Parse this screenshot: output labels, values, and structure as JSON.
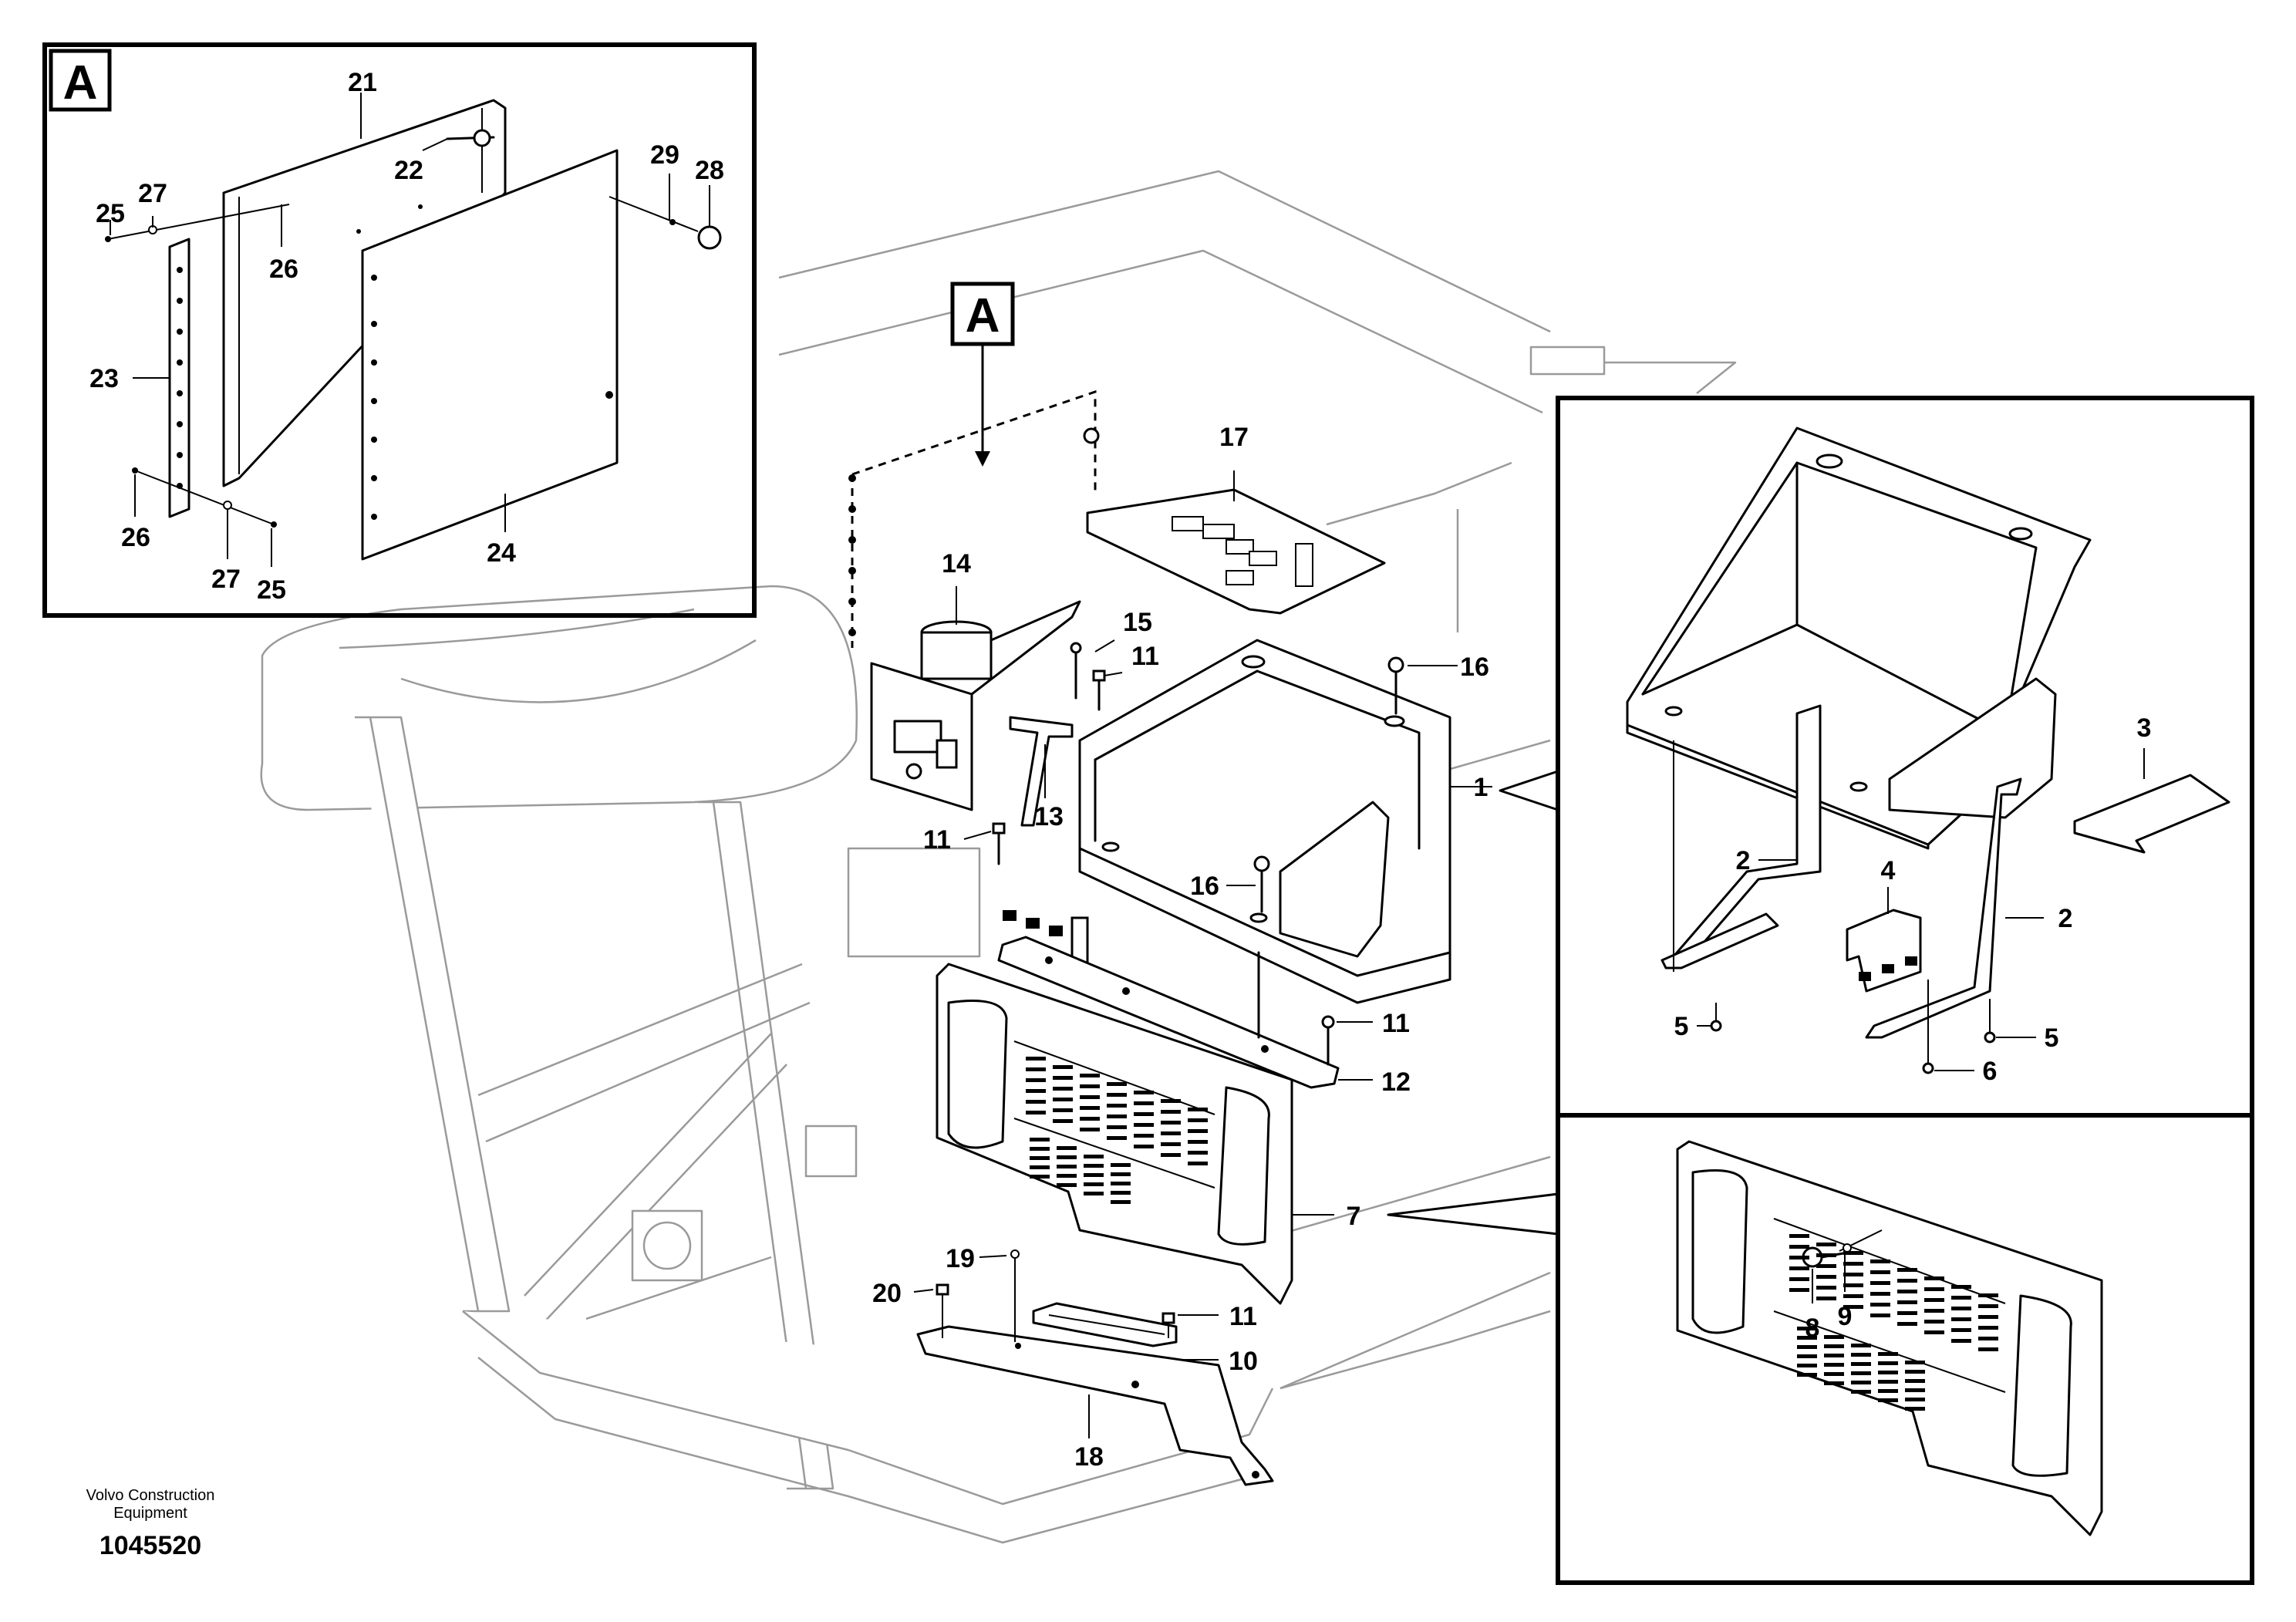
{
  "detail_callout": "A",
  "publisher": {
    "line1": "Volvo Construction",
    "line2": "Equipment"
  },
  "document_number": "1045520",
  "part_labels": {
    "p1": "1",
    "p2a": "2",
    "p2b": "2",
    "p3": "3",
    "p4": "4",
    "p5a": "5",
    "p5b": "5",
    "p6": "6",
    "p7": "7",
    "p8": "8",
    "p9": "9",
    "p10": "10",
    "p11a": "11",
    "p11b": "11",
    "p11c": "11",
    "p11d": "11",
    "p12": "12",
    "p13": "13",
    "p14": "14",
    "p15": "15",
    "p16a": "16",
    "p16b": "16",
    "p17": "17",
    "p18": "18",
    "p19": "19",
    "p20": "20",
    "p21": "21",
    "p22": "22",
    "p23": "23",
    "p24": "24",
    "p25a": "25",
    "p25b": "25",
    "p26a": "26",
    "p26b": "26",
    "p27a": "27",
    "p27b": "27",
    "p28": "28",
    "p29": "29"
  }
}
